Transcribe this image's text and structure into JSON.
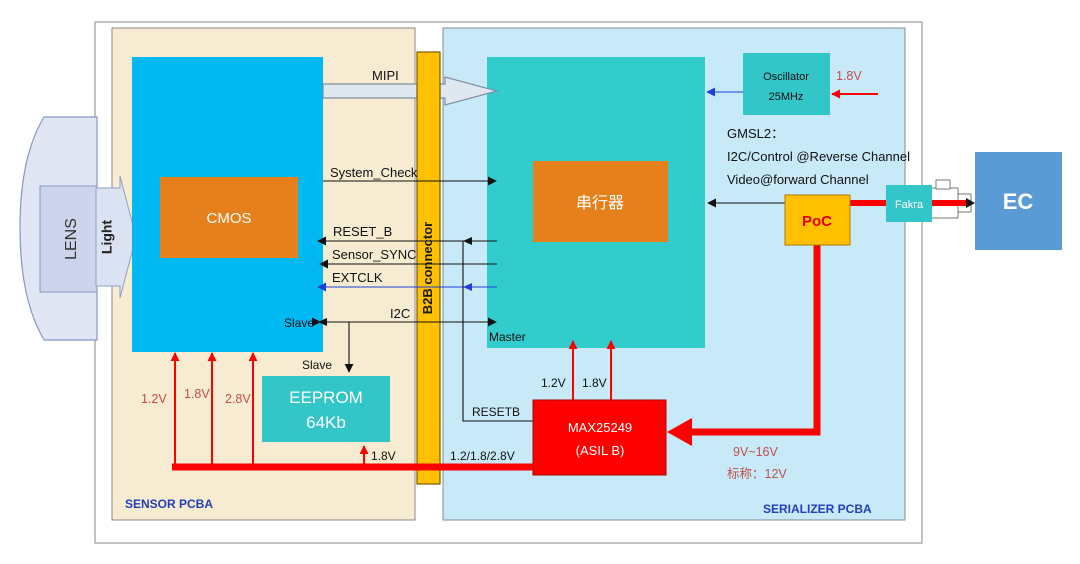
{
  "lens": {
    "label": "LENS",
    "light_label": "Light"
  },
  "sensor_pcba": {
    "title": "SENSOR PCBA",
    "cmos_label": "CMOS",
    "i2c_role": "Slave",
    "supplies": [
      "1.2V",
      "1.8V",
      "2.8V"
    ],
    "eeprom": {
      "name": "EEPROM",
      "capacity": "64Kb",
      "role": "Slave",
      "supply": "1.8V"
    }
  },
  "connector": {
    "label": "B2B connector"
  },
  "signals": {
    "mipi": "MIPI",
    "system_check": "System_Check",
    "reset_b": "RESET_B",
    "sensor_sync": "Sensor_SYNC",
    "extclk": "EXTCLK",
    "i2c": "I2C",
    "resetb": "RESETB"
  },
  "serializer_pcba": {
    "title": "SERIALIZER PCBA",
    "serializer_label": "串行器",
    "i2c_role": "Master",
    "supplies": [
      "1.2V",
      "1.8V"
    ],
    "oscillator": {
      "name": "Oscillator",
      "frequency": "25MHz",
      "supply": "1.8V"
    },
    "gmsl2": [
      "GMSL2：",
      "I2C/Control @Reverse Channel",
      "Video@forward Channel"
    ],
    "poc": "PoC",
    "fakra": "Fakra",
    "pmic": {
      "name": "MAX25249",
      "rating": "(ASIL B)",
      "output": "1.2/1.8/2.8V",
      "input_range": "9V~16V",
      "nominal": "标称：12V"
    }
  },
  "ec": {
    "label": "EC"
  },
  "colors": {
    "sensor_board": "#f7ecd1",
    "serializer_board": "#c7e9f8",
    "image_sensor_block": "#00b9f2",
    "serializer_block": "#33cccc",
    "core": "#e5801c",
    "memory": "#33c6c8",
    "connector": "#ffc000",
    "power": "#ff0000",
    "clock_signal": "#1f3fd6",
    "ec": "#5b9bd5",
    "voltage_text": "#c0504d",
    "board_label": "#2340b9"
  }
}
